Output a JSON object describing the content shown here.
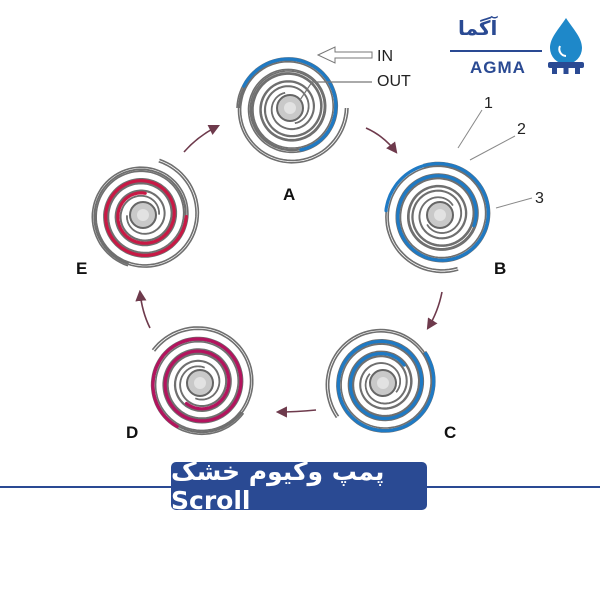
{
  "brand": {
    "name_fa": "آگما",
    "name_en": "AGMA",
    "primary_color": "#2a4a93",
    "accent_color": "#1e88c9",
    "icon": "water-drop-gear-icon"
  },
  "diagram": {
    "stages": [
      {
        "label": "A",
        "highlight": "blue"
      },
      {
        "label": "B",
        "highlight": "blue"
      },
      {
        "label": "C",
        "highlight": "blue"
      },
      {
        "label": "D",
        "highlight": "magenta"
      },
      {
        "label": "E",
        "highlight": "red"
      }
    ],
    "callouts": {
      "in": "IN",
      "out": "OUT",
      "n1": "1",
      "n2": "2",
      "n3": "3"
    },
    "colors": {
      "scroll": "#6f6f6f",
      "blue": "#1f7ac4",
      "magenta": "#b3145e",
      "red": "#c81945",
      "arrow": "#6e3a4c"
    }
  },
  "banner": {
    "title": "پمپ وکیوم خشک Scroll"
  }
}
